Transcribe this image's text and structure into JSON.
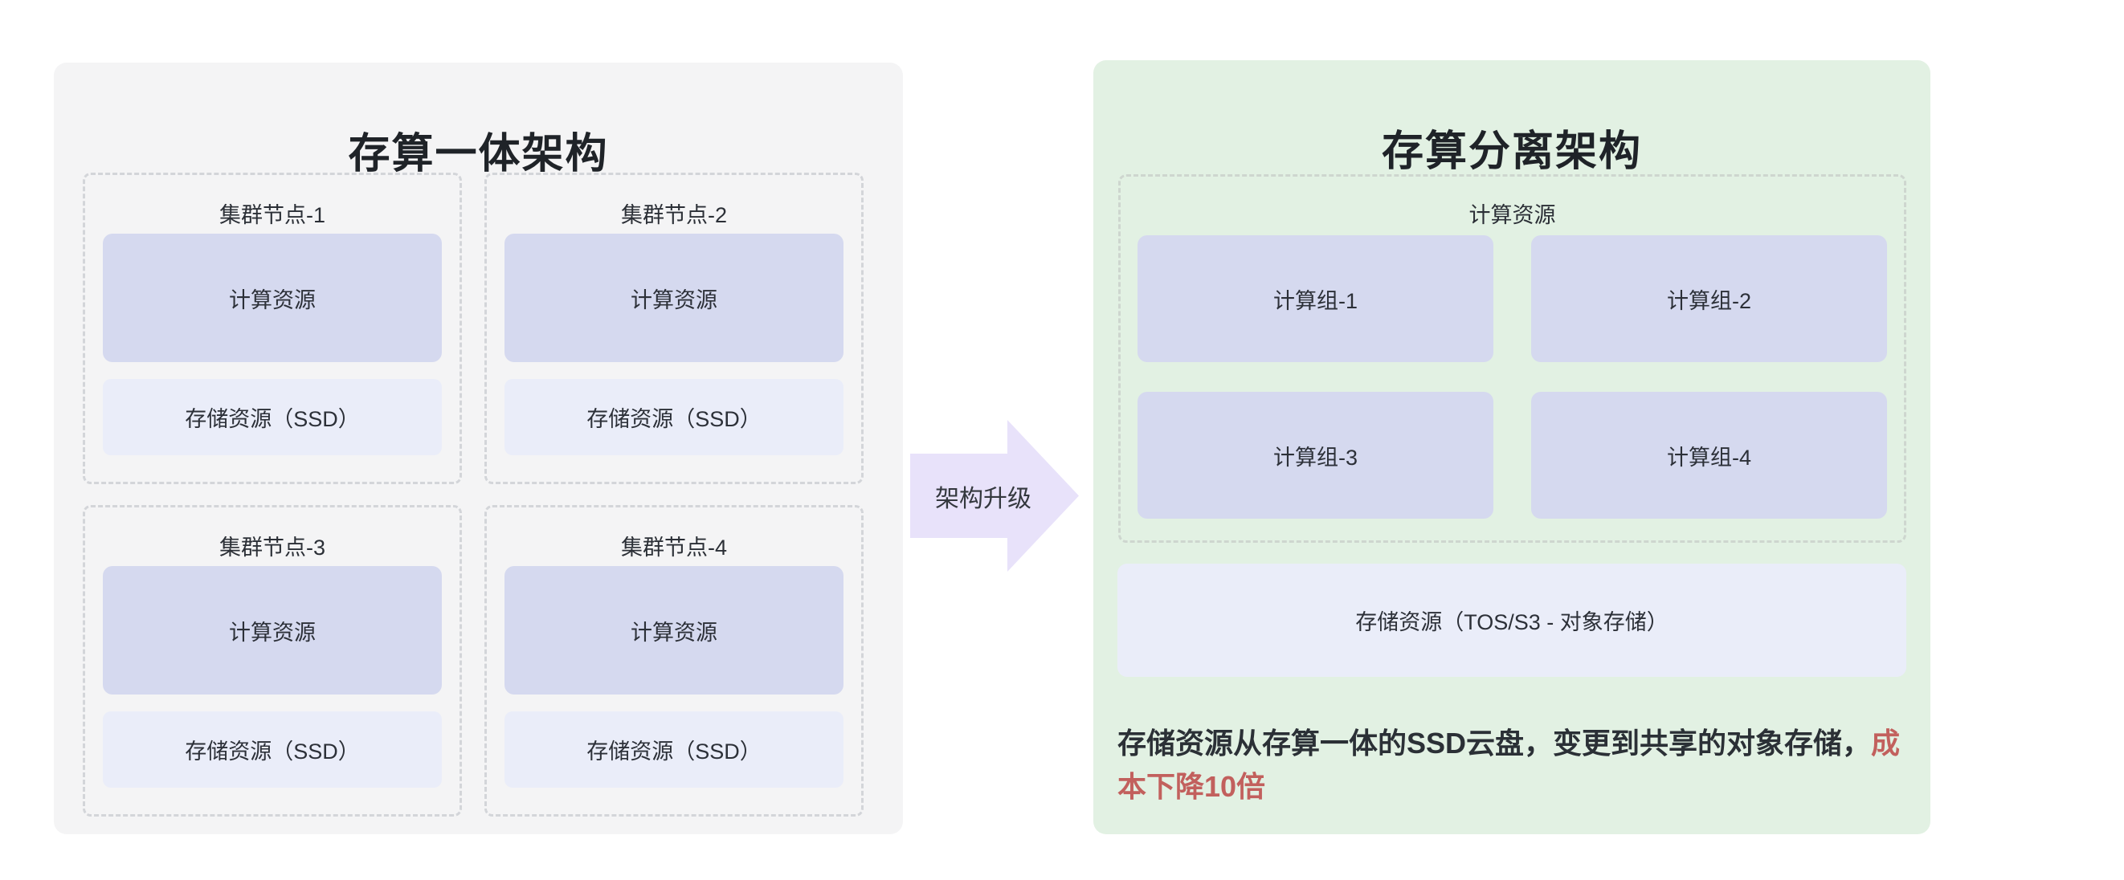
{
  "left_panel": {
    "title": "存算一体架构",
    "nodes": [
      {
        "label": "集群节点-1",
        "compute": "计算资源",
        "storage": "存储资源（SSD）"
      },
      {
        "label": "集群节点-2",
        "compute": "计算资源",
        "storage": "存储资源（SSD）"
      },
      {
        "label": "集群节点-3",
        "compute": "计算资源",
        "storage": "存储资源（SSD）"
      },
      {
        "label": "集群节点-4",
        "compute": "计算资源",
        "storage": "存储资源（SSD）"
      }
    ]
  },
  "arrow": {
    "label": "架构升级"
  },
  "right_panel": {
    "title": "存算分离架构",
    "compute_container": {
      "label": "计算资源",
      "groups": [
        {
          "label": "计算组-1"
        },
        {
          "label": "计算组-2"
        },
        {
          "label": "计算组-3"
        },
        {
          "label": "计算组-4"
        }
      ]
    },
    "storage_label": "存储资源（TOS/S3 - 对象存储）",
    "note": {
      "text": "存储资源从存算一体的SSD云盘，变更到共享的对象存储，",
      "highlight": "成本下降10倍"
    }
  },
  "colors": {
    "left_panel_bg": "#f4f4f5",
    "right_panel_bg": "#e2f1e3",
    "compute_box": "#d5d9ef",
    "storage_box": "#eaedf9",
    "arrow_fill": "#e8e2fa",
    "highlight_red": "#c2605d",
    "title_text": "#1f2328",
    "body_text": "#2c3038"
  }
}
